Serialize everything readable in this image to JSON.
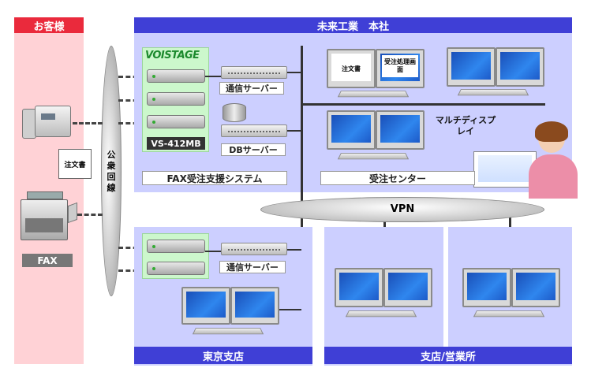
{
  "customer": {
    "header": "お客様",
    "fax_label": "FAX",
    "document": "注文書"
  },
  "public_line": "公衆回線",
  "headquarters": {
    "header": "未来工業　本社",
    "logo": "VOISTAGE",
    "device_model": "VS-412MB",
    "comm_server": "通信サーバー",
    "db_server": "DBサーバー",
    "system_name": "FAX受注支援システム",
    "order_center": "受注センター",
    "screen_doc": "注文書",
    "screen_order": "受注処理画面",
    "multi_display": "マルチディスプレイ"
  },
  "vpn": "VPN",
  "tokyo_branch": {
    "header": "東京支店",
    "comm_server": "通信サーバー"
  },
  "branch_office": {
    "header": "支店/営業所"
  },
  "colors": {
    "header_blue": "#3f3fd6",
    "panel": "#cccfff",
    "customer": "#ffd2d6",
    "customer_header": "#ea2a3c",
    "device_bg": "#ccf7cc"
  }
}
